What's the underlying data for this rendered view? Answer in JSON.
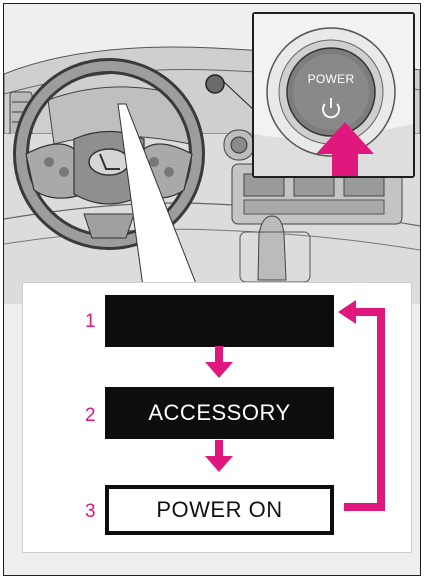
{
  "steps": [
    {
      "number": "1",
      "label": "",
      "style": "black"
    },
    {
      "number": "2",
      "label": "ACCESSORY",
      "style": "black"
    },
    {
      "number": "3",
      "label": "POWER ON",
      "style": "white"
    }
  ],
  "inset": {
    "button_label": "POWER"
  },
  "colors": {
    "arrow": "#e0177c",
    "box": "#0d0d0d",
    "highlight": "#e0177c"
  },
  "icons": [
    "steering-wheel-icon",
    "power-symbol-icon",
    "press-arrow-icon"
  ]
}
